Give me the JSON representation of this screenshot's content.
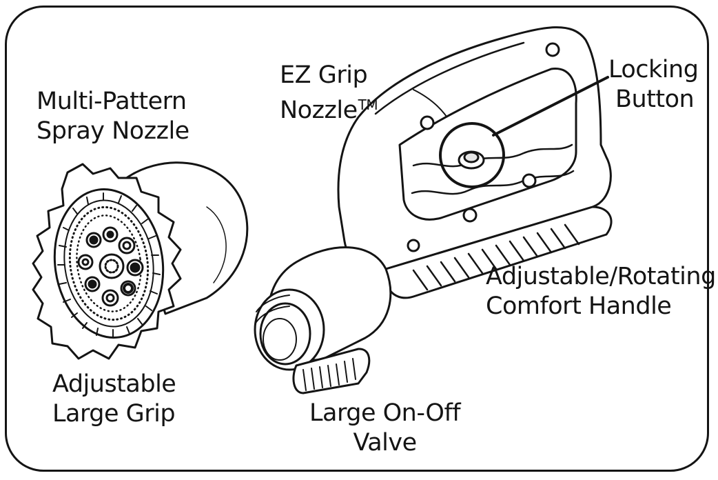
{
  "labels": {
    "ez_grip": {
      "line1": "EZ Grip",
      "line2": "Nozzle",
      "mark": "TM"
    },
    "locking_button": {
      "line1": "Locking",
      "line2": "Button"
    },
    "multi_pattern": {
      "line1": "Multi-Pattern",
      "line2": "Spray Nozzle"
    },
    "comfort_handle": {
      "line1": "Adjustable/Rotating",
      "line2": "Comfort Handle"
    },
    "large_grip": {
      "line1": "Adjustable",
      "line2": "Large Grip"
    },
    "on_off_valve": {
      "line1": "Large On-Off",
      "line2": "Valve"
    }
  },
  "colors": {
    "line": "#141414",
    "background": "#ffffff",
    "shade": "#e6e6e6"
  },
  "icons": [
    "spray-nozzle-drawing",
    "ez-grip-nozzle-drawing",
    "locking-button-callout"
  ]
}
